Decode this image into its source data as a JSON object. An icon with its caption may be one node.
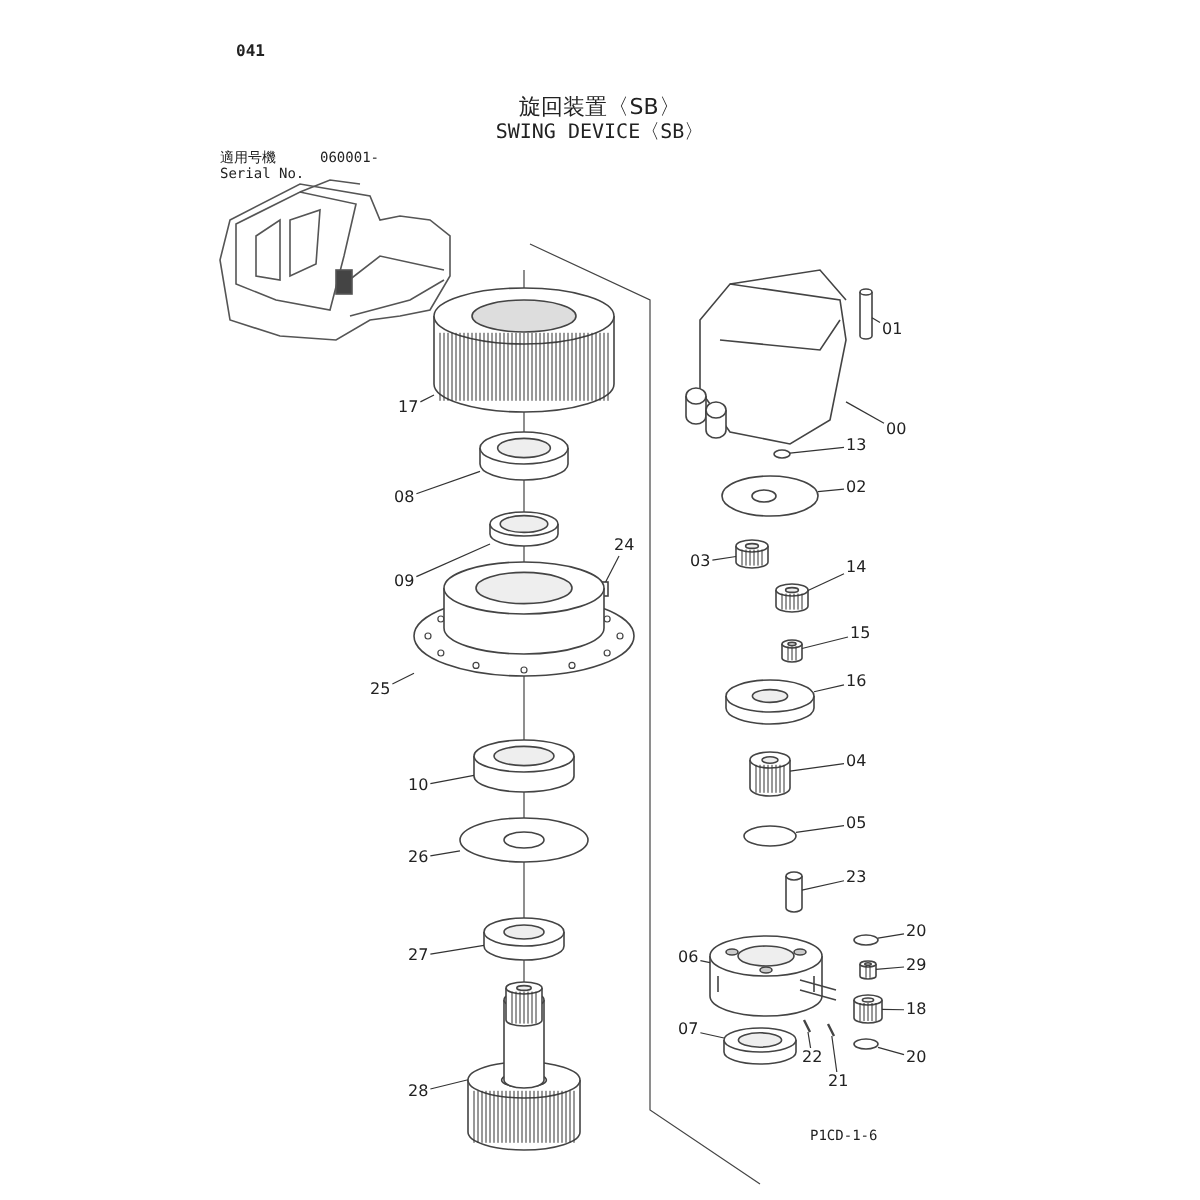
{
  "diagram": {
    "title": "旋回装置〈SB〉",
    "nodes": [
      {
        "text": [
          "01"
        ]
      },
      {
        "text": [
          "00"
        ]
      },
      {
        "text": [
          "13"
        ]
      },
      {
        "text": [
          "02"
        ]
      },
      {
        "text": [
          "03"
        ]
      },
      {
        "text": [
          "14"
        ]
      },
      {
        "text": [
          "15"
        ]
      },
      {
        "text": [
          "16"
        ]
      },
      {
        "text": [
          "04"
        ]
      },
      {
        "text": [
          "05"
        ]
      },
      {
        "text": [
          "23"
        ]
      },
      {
        "text": [
          "20"
        ]
      },
      {
        "text": [
          "29"
        ]
      },
      {
        "text": [
          "18"
        ]
      },
      {
        "text": [
          "20"
        ]
      },
      {
        "text": [
          "06"
        ]
      },
      {
        "text": [
          "07"
        ]
      },
      {
        "text": [
          "22"
        ]
      },
      {
        "text": [
          "21"
        ]
      },
      {
        "text": [
          "17"
        ]
      },
      {
        "text": [
          "08"
        ]
      },
      {
        "text": [
          "09"
        ]
      },
      {
        "text": [
          "24"
        ]
      },
      {
        "text": [
          "25"
        ]
      },
      {
        "text": [
          "10"
        ]
      },
      {
        "text": [
          "26"
        ]
      },
      {
        "text": [
          "27"
        ]
      },
      {
        "text": [
          "28"
        ]
      },
      {
        "text": [],
        "shape": "cylinder"
      },
      {
        "text": [],
        "shape": "picture"
      },
      {
        "text": [],
        "shape": "circle"
      },
      {
        "text": [],
        "shape": "picture"
      },
      {
        "text": [],
        "shape": "picture"
      },
      {
        "text": [],
        "shape": "picture"
      },
      {
        "text": [],
        "shape": "picture"
      },
      {
        "text": [],
        "shape": "picture"
      },
      {
        "text": [],
        "shape": "picture"
      },
      {
        "text": [],
        "shape": "circle"
      },
      {
        "text": [],
        "shape": "cylinder"
      },
      {
        "text": [],
        "shape": "circle"
      },
      {
        "text": [],
        "shape": "picture"
      },
      {
        "text": [],
        "shape": "picture"
      },
      {
        "text": [],
        "shape": "circle"
      },
      {
        "text": [],
        "shape": "picture"
      },
      {
        "text": [],
        "shape": "picture"
      },
      {
        "text": [],
        "shape": "picture"
      },
      {
        "text": [],
        "shape": "picture"
      },
      {
        "text": [],
        "shape": "picture"
      },
      {
        "text": [],
        "shape": "picture"
      },
      {
        "text": [],
        "shape": "picture"
      },
      {
        "text": [],
        "shape": "box"
      },
      {
        "text": [],
        "shape": "picture"
      },
      {
        "text": [],
        "shape": "cylinder"
      },
      {
        "text": [],
        "shape": "picture"
      },
      {
        "text": [],
        "shape": "picture"
      },
      {
        "text": [],
        "shape": "picture"
      }
    ],
    "edges": [
      {
        "from": 0,
        "to": 28,
        "arrow": "none"
      },
      {
        "from": 1,
        "to": 29,
        "arrow": "none"
      },
      {
        "from": 2,
        "to": 30,
        "arrow": "none"
      },
      {
        "from": 3,
        "to": 31,
        "arrow": "none"
      },
      {
        "from": 4,
        "to": 32,
        "arrow": "none"
      },
      {
        "from": 5,
        "to": 33,
        "arrow": "none"
      },
      {
        "from": 6,
        "to": 34,
        "arrow": "none"
      },
      {
        "from": 7,
        "to": 35,
        "arrow": "none"
      },
      {
        "from": 8,
        "to": 36,
        "arrow": "none"
      },
      {
        "from": 9,
        "to": 37,
        "arrow": "none"
      },
      {
        "from": 10,
        "to": 38,
        "arrow": "none"
      },
      {
        "from": 11,
        "to": 39,
        "arrow": "none"
      },
      {
        "from": 12,
        "to": 40,
        "arrow": "none"
      },
      {
        "from": 13,
        "to": 41,
        "arrow": "none"
      },
      {
        "from": 14,
        "to": 42,
        "arrow": "none"
      },
      {
        "from": 15,
        "to": 43,
        "arrow": "none"
      },
      {
        "from": 16,
        "to": 44,
        "arrow": "none"
      },
      {
        "from": 17,
        "to": 45,
        "arrow": "none"
      },
      {
        "from": 18,
        "to": 46,
        "arrow": "none"
      },
      {
        "from": 19,
        "to": 47,
        "arrow": "none"
      },
      {
        "from": 20,
        "to": 48,
        "arrow": "none"
      },
      {
        "from": 21,
        "to": 49,
        "arrow": "none"
      },
      {
        "from": 22,
        "to": 50,
        "arrow": "none"
      },
      {
        "from": 23,
        "to": 51,
        "arrow": "none"
      },
      {
        "from": 24,
        "to": 52,
        "arrow": "none"
      },
      {
        "from": 25,
        "to": 53,
        "arrow": "none"
      },
      {
        "from": 26,
        "to": 54,
        "arrow": "none"
      },
      {
        "from": 27,
        "to": 55,
        "arrow": "none"
      }
    ],
    "labels": [
      "041",
      "SWING DEVICE〈SB〉",
      "適用号機",
      "060001-",
      "Serial No.",
      "P1CD-1-6"
    ]
  }
}
